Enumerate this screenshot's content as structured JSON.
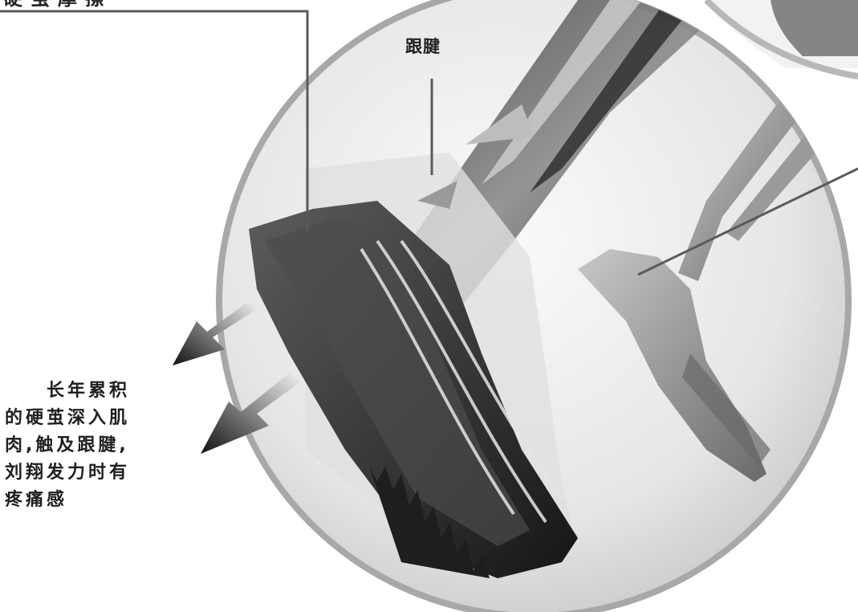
{
  "labels": {
    "top_left_partial": "硬茧摩擦",
    "achilles": "跟腱",
    "caption_line1": "　　长年累积",
    "caption_line2": "的硬茧深入肌",
    "caption_line3": "肉,触及跟腱,",
    "caption_line4": "刘翔发力时有",
    "caption_line5": "疼痛感"
  },
  "colors": {
    "circle_fill": "#e9e9e9",
    "circle_rim": "#a8a8a8",
    "leader_line": "#6a6a6a"
  }
}
